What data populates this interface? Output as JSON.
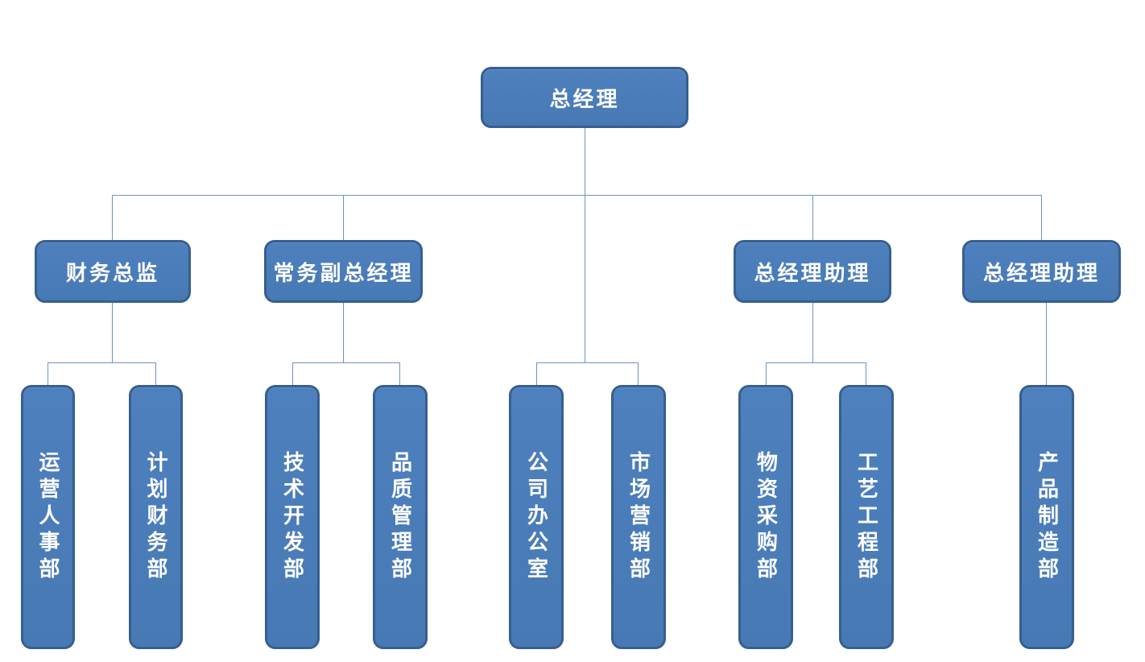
{
  "org": {
    "root": {
      "label": "总经理"
    },
    "level2": [
      {
        "label": "财务总监"
      },
      {
        "label": "常务副总经理"
      },
      {
        "label": "总经理助理"
      },
      {
        "label": "总经理助理"
      }
    ],
    "departments": [
      {
        "label": "运营人事部"
      },
      {
        "label": "计划财务部"
      },
      {
        "label": "技术开发部"
      },
      {
        "label": "品质管理部"
      },
      {
        "label": "公司办公室"
      },
      {
        "label": "市场营销部"
      },
      {
        "label": "物资采购部"
      },
      {
        "label": "工艺工程部"
      },
      {
        "label": "产品制造部"
      }
    ],
    "colors": {
      "box_fill": "#4E80BE",
      "box_fill_bottom": "#4779B4",
      "box_border": "#365F91",
      "connector": "#6E94C5",
      "text": "#FFFFFF"
    }
  }
}
